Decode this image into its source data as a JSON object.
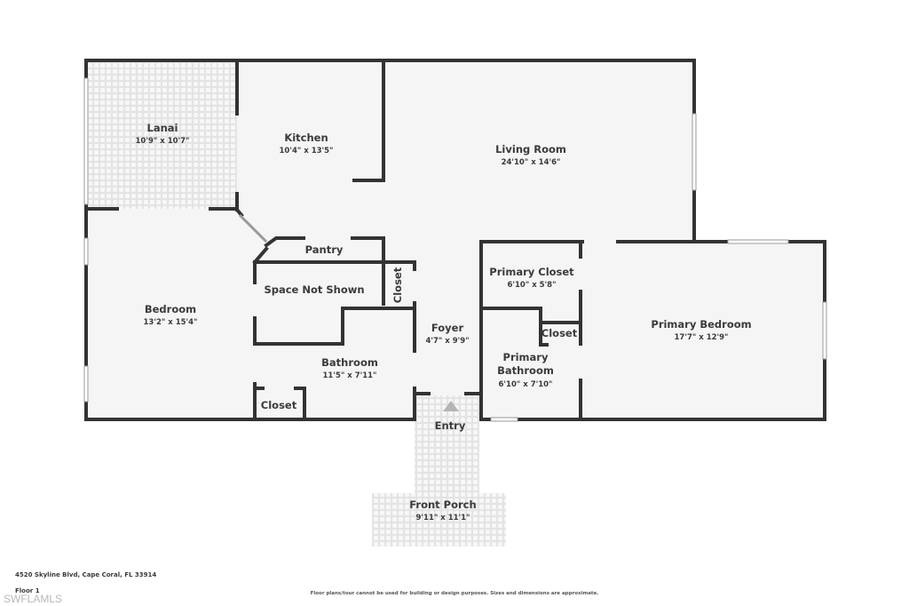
{
  "floorplan": {
    "colors": {
      "wall": "#333333",
      "floor": "#f5f5f5",
      "tile": "#e6e6e6",
      "window": "#ffffff",
      "entry_arrow": "#b5b5b5",
      "text": "#3a3a3a"
    },
    "rooms": {
      "lanai": {
        "name": "Lanai",
        "dims": "10'9\" x 10'7\""
      },
      "kitchen": {
        "name": "Kitchen",
        "dims": "10'4\" x 13'5\""
      },
      "living_room": {
        "name": "Living Room",
        "dims": "24'10\" x 14'6\""
      },
      "pantry": {
        "name": "Pantry"
      },
      "space_not_shown": {
        "name": "Space Not Shown"
      },
      "closet_vertical": {
        "name": "Closet"
      },
      "bedroom": {
        "name": "Bedroom",
        "dims": "13'2\" x 15'4\""
      },
      "bathroom": {
        "name": "Bathroom",
        "dims": "11'5\" x 7'11\""
      },
      "closet_bottom": {
        "name": "Closet"
      },
      "foyer": {
        "name": "Foyer",
        "dims": "4'7\" x 9'9\""
      },
      "entry": {
        "name": "Entry"
      },
      "front_porch": {
        "name": "Front Porch",
        "dims": "9'11\" x 11'1\""
      },
      "primary_closet": {
        "name": "Primary Closet",
        "dims": "6'10\" x 5'8\""
      },
      "closet_small": {
        "name": "Closet"
      },
      "primary_bathroom": {
        "name_line1": "Primary",
        "name_line2": "Bathroom",
        "dims": "6'10\" x 7'10\""
      },
      "primary_bedroom": {
        "name": "Primary Bedroom",
        "dims": "17'7\" x 12'9\""
      }
    }
  },
  "footer": {
    "address": "4520 Skyline Blvd, Cape Coral, FL 33914",
    "floor": "Floor 1",
    "watermark": "SWFLAMLS",
    "disclaimer": "Floor plans/tour cannot be used for building or design purposes. Sizes and dimensions are approximate."
  }
}
